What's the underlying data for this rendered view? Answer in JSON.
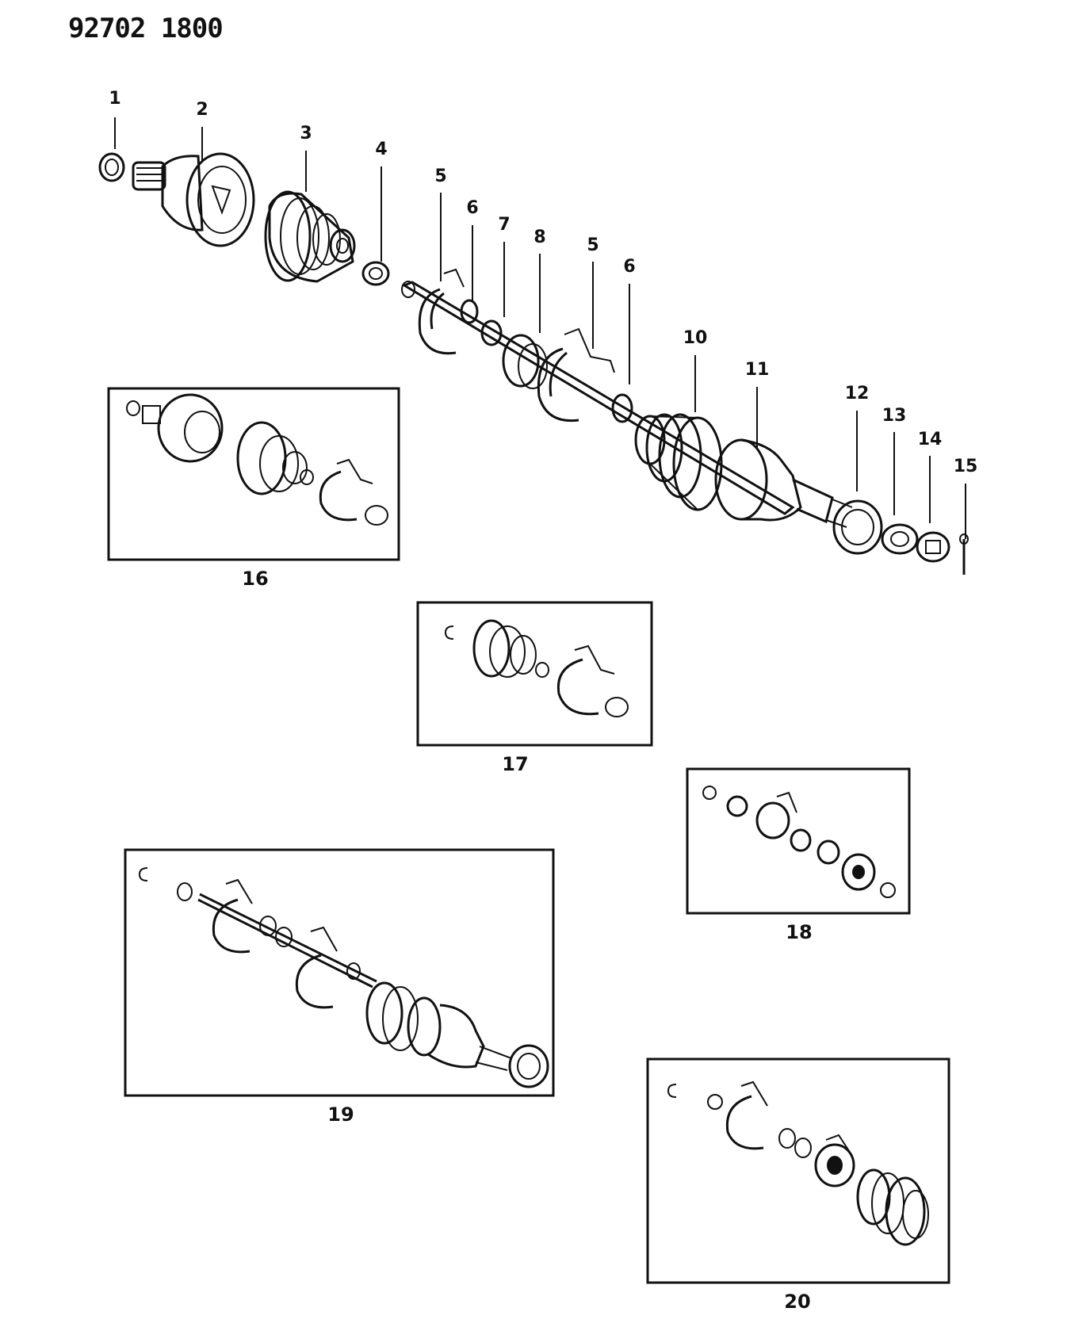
{
  "diagram": {
    "drawing_code": "92702 1800",
    "callouts": [
      {
        "id": "1",
        "label": "1"
      },
      {
        "id": "2",
        "label": "2"
      },
      {
        "id": "3",
        "label": "3"
      },
      {
        "id": "4",
        "label": "4"
      },
      {
        "id": "5a",
        "label": "5"
      },
      {
        "id": "6a",
        "label": "6"
      },
      {
        "id": "7",
        "label": "7"
      },
      {
        "id": "8",
        "label": "8"
      },
      {
        "id": "5b",
        "label": "5"
      },
      {
        "id": "6b",
        "label": "6"
      },
      {
        "id": "10",
        "label": "10"
      },
      {
        "id": "11",
        "label": "11"
      },
      {
        "id": "12",
        "label": "12"
      },
      {
        "id": "13",
        "label": "13"
      },
      {
        "id": "14",
        "label": "14"
      },
      {
        "id": "15",
        "label": "15"
      }
    ],
    "kits": [
      {
        "id": "16",
        "label": "16"
      },
      {
        "id": "17",
        "label": "17"
      },
      {
        "id": "18",
        "label": "18"
      },
      {
        "id": "19",
        "label": "19"
      },
      {
        "id": "20",
        "label": "20"
      }
    ]
  }
}
